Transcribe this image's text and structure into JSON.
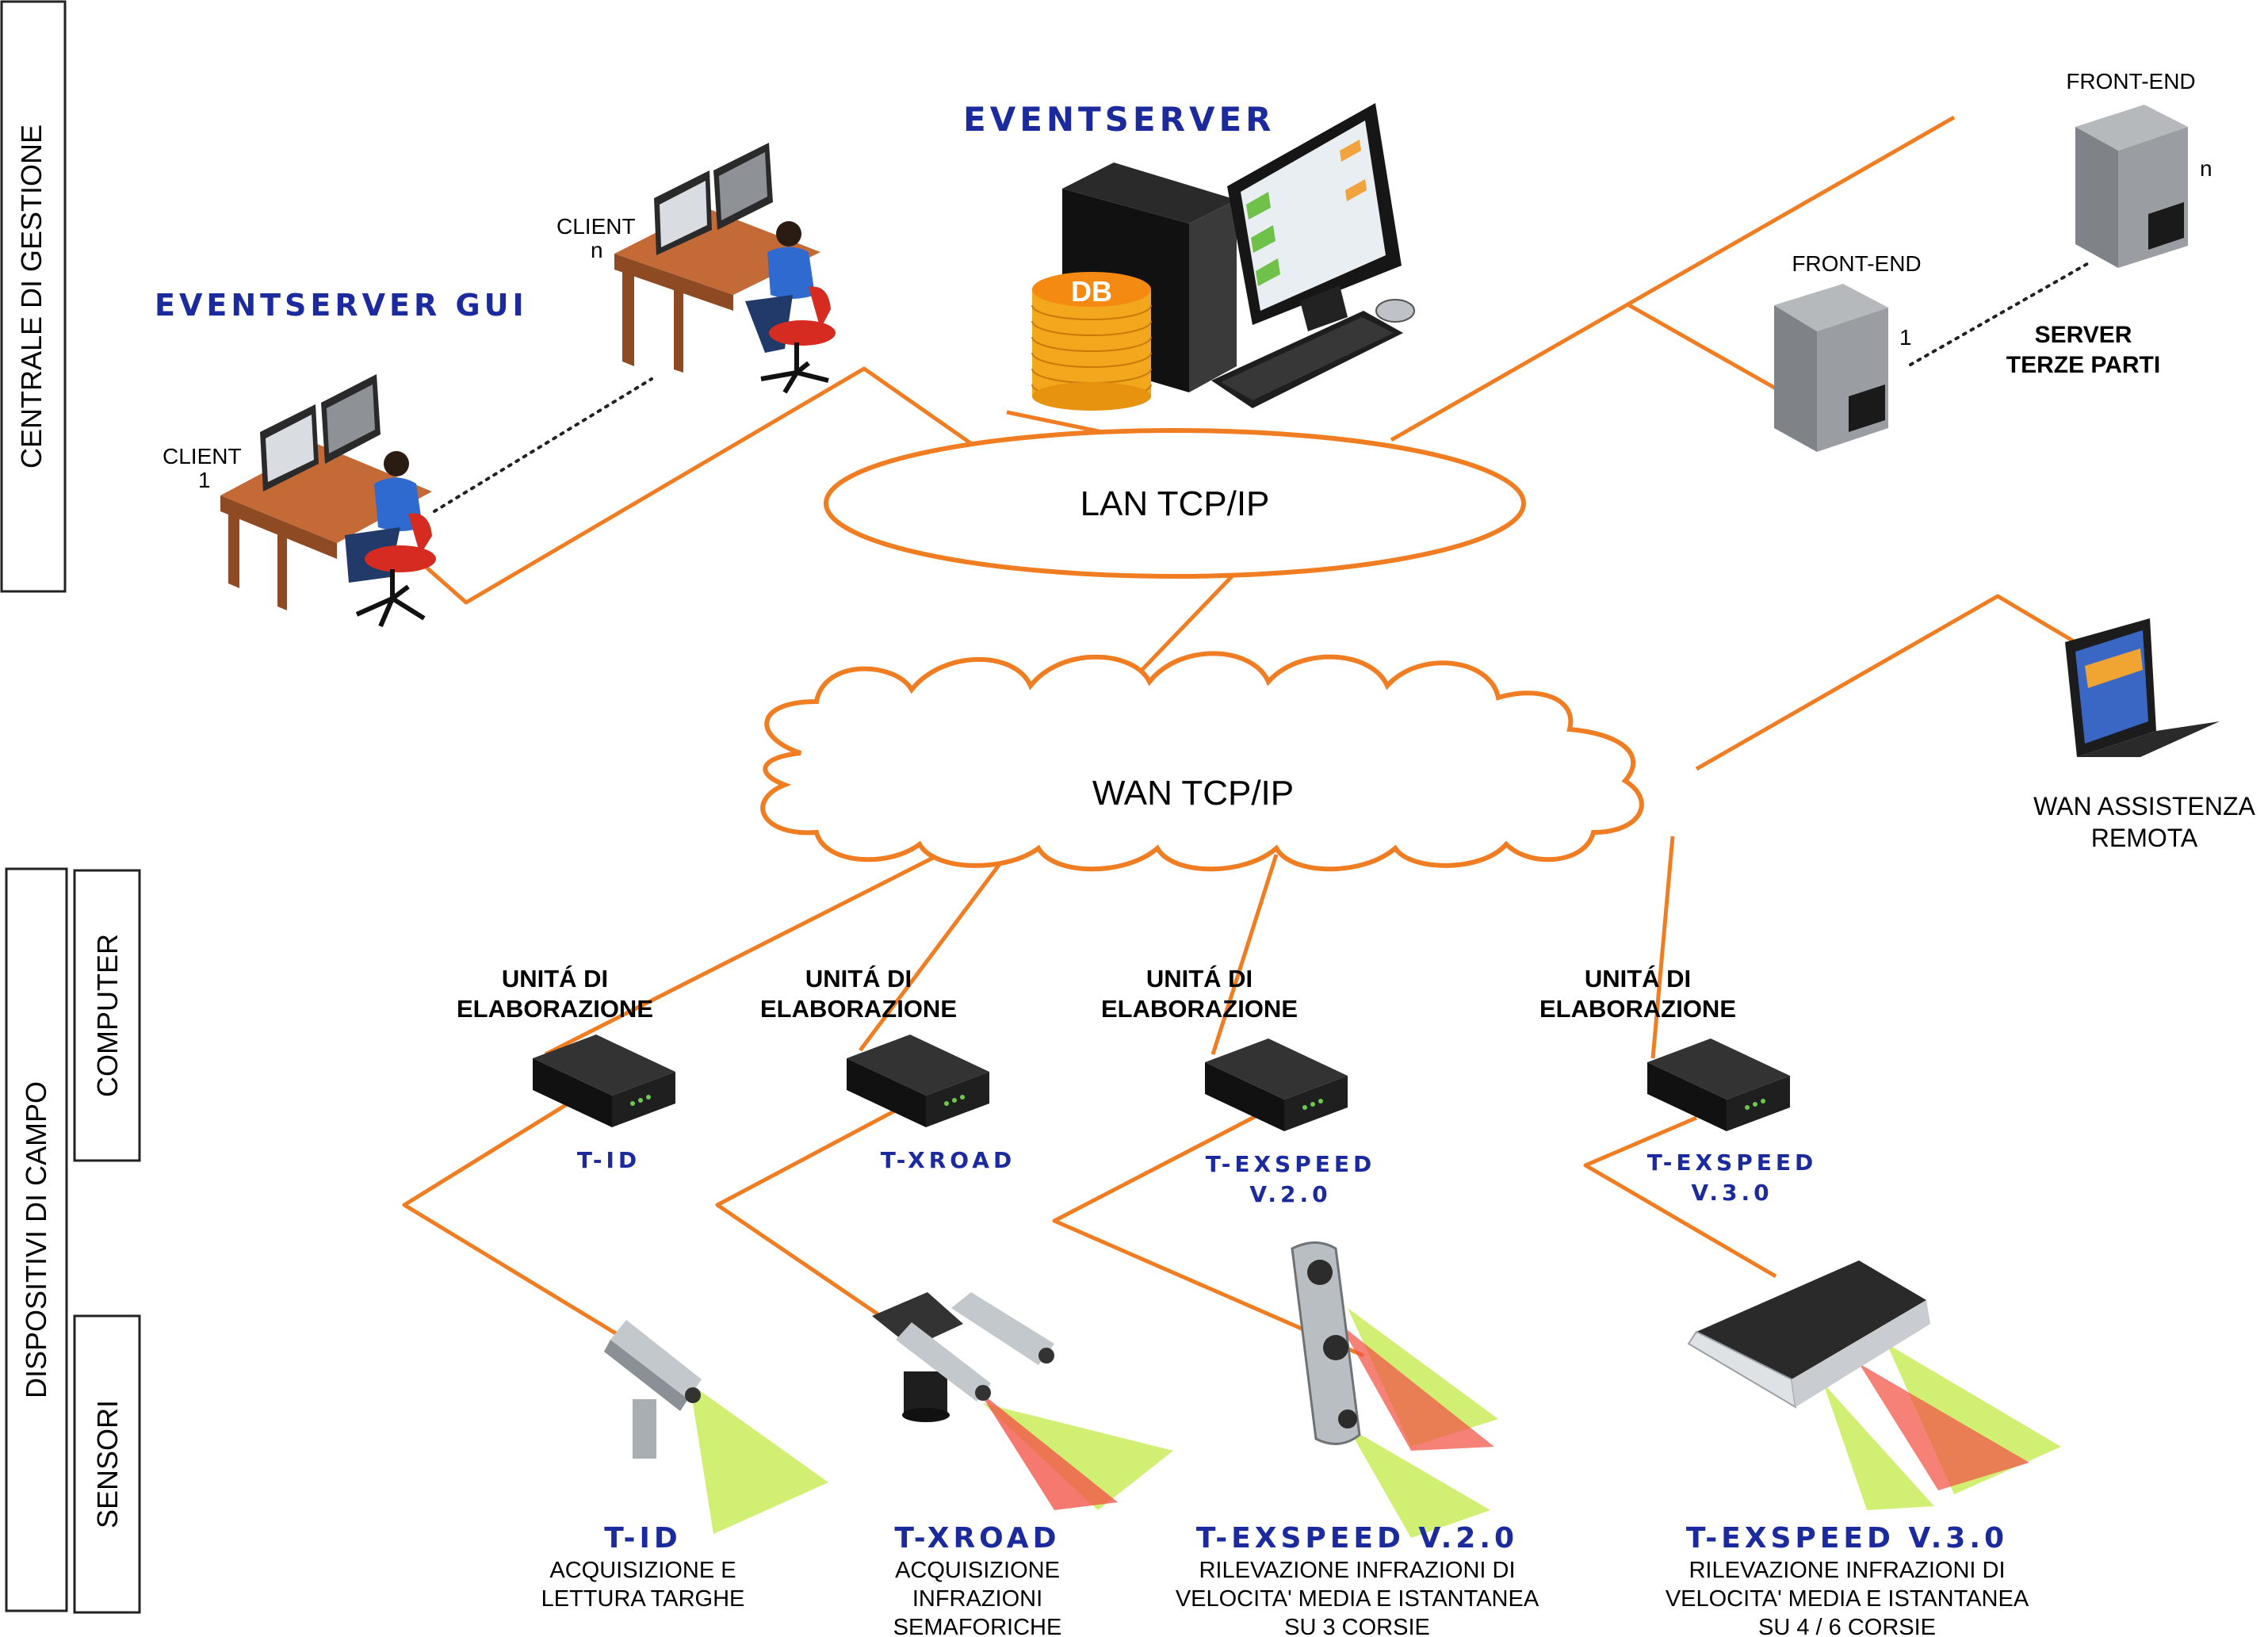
{
  "sections": {
    "central": "CENTRALE DI GESTIONE",
    "field": "DISPOSITIVI DI CAMPO",
    "computer": "COMPUTER",
    "sensors": "SENSORI"
  },
  "central": {
    "eventserver_title": "EVENTSERVER",
    "db_label": "DB",
    "gui_title": "EVENTSERVER GUI",
    "client_n": {
      "line1": "CLIENT",
      "line2": "n"
    },
    "client_1": {
      "line1": "CLIENT",
      "line2": "1"
    },
    "frontend_n": {
      "label": "FRONT-END",
      "index": "n"
    },
    "frontend_1": {
      "label": "FRONT-END",
      "index": "1"
    },
    "third_party": {
      "line1": "SERVER",
      "line2": "TERZE PARTI"
    }
  },
  "network": {
    "lan": "LAN TCP/IP",
    "wan": "WAN TCP/IP",
    "remote": {
      "line1": "WAN ASSISTENZA",
      "line2": "REMOTA"
    }
  },
  "units": [
    {
      "line1": "UNITÁ DI",
      "line2": "ELABORAZIONE",
      "product1": "T-ID",
      "product2": ""
    },
    {
      "line1": "UNITÁ DI",
      "line2": "ELABORAZIONE",
      "product1": "T-XROAD",
      "product2": ""
    },
    {
      "line1": "UNITÁ DI",
      "line2": "ELABORAZIONE",
      "product1": "T-EXSPEED",
      "product2": "V.2.0"
    },
    {
      "line1": "UNITÁ DI",
      "line2": "ELABORAZIONE",
      "product1": "T-EXSPEED",
      "product2": "V.3.0"
    }
  ],
  "sensors": [
    {
      "name": "T-ID",
      "desc": [
        "ACQUISIZIONE E",
        "LETTURA TARGHE"
      ]
    },
    {
      "name": "T-XROAD",
      "desc": [
        "ACQUISIZIONE",
        "INFRAZIONI",
        "SEMAFORICHE"
      ]
    },
    {
      "name": "T-EXSPEED V.2.0",
      "desc": [
        "RILEVAZIONE INFRAZIONI DI",
        "VELOCITA' MEDIA E ISTANTANEA",
        "SU 3 CORSIE"
      ]
    },
    {
      "name": "T-EXSPEED V.3.0",
      "desc": [
        "RILEVAZIONE INFRAZIONI DI",
        "VELOCITA' MEDIA E ISTANTANEA",
        "SU 4 / 6 CORSIE"
      ]
    }
  ],
  "colors": {
    "link": "#f07d22",
    "brand_blue": "#1b2a9c",
    "desk": "#a2592a",
    "chair": "#d62b20",
    "shirt": "#2f6ad0",
    "db": "#f29a1a",
    "tower": "#8c8f92",
    "beam_green": "#c8ec5a",
    "beam_red": "#f2574a"
  }
}
